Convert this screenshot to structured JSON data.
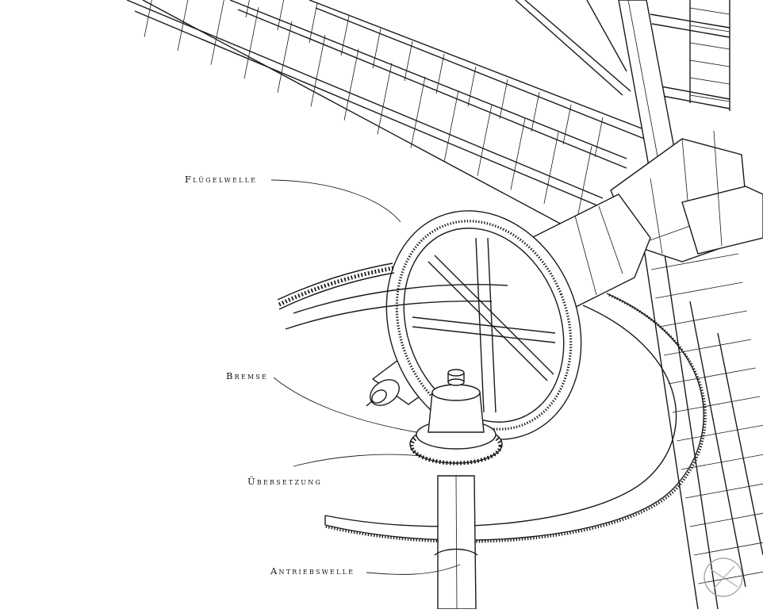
{
  "labels": {
    "fluegelwelle": "Flügelwelle",
    "bremse": "Bremse",
    "uebersetzung": "Übersetzung",
    "antriebswelle": "Antriebswelle"
  },
  "colors": {
    "line": "#1a1a1a",
    "background": "#ffffff"
  }
}
